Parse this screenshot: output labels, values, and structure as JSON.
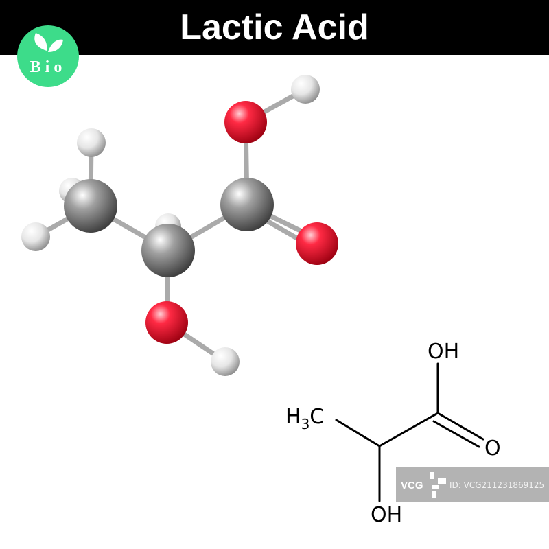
{
  "header": {
    "title": "Lactic Acid"
  },
  "logo": {
    "text": "Bio",
    "color": "#3ddc8a"
  },
  "formula": {
    "methyl_label": "H",
    "methyl_sub": "3",
    "methyl_c": "C",
    "carboxyl_oh": "OH",
    "carbonyl_o": "O",
    "hydroxyl_oh": "OH"
  },
  "watermark": {
    "brand": "VCG",
    "id": "ID: VCG211231869125"
  },
  "colors": {
    "oxygen": "#e8122a",
    "carbon": "#707070",
    "hydrogen": "#e0e0e0"
  }
}
